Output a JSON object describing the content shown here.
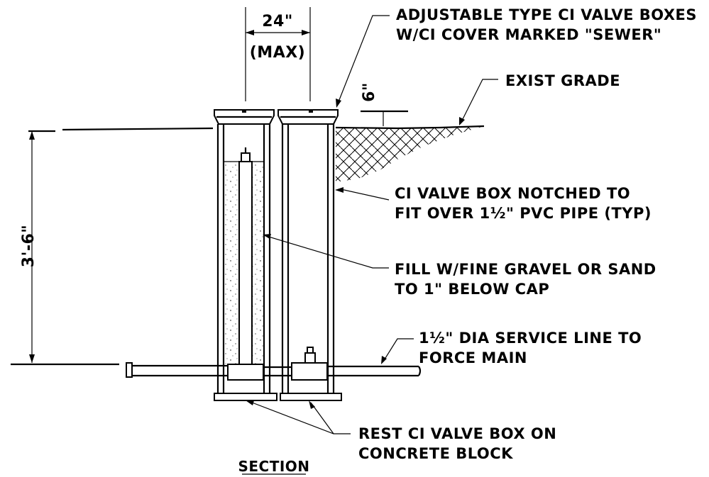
{
  "dimensions": {
    "width_label": "24\"",
    "width_note": "(MAX)",
    "cover_depth": "6\"",
    "depth": "3'-6\""
  },
  "callouts": {
    "valve_boxes": [
      "ADJUSTABLE TYPE CI VALVE BOXES",
      "W/CI COVER MARKED \"SEWER\""
    ],
    "exist_grade": "EXIST GRADE",
    "notched": [
      "CI VALVE BOX NOTCHED TO",
      "FIT OVER 1½\" PVC PIPE (TYP)"
    ],
    "fill": [
      "FILL W/FINE GRAVEL OR SAND",
      "TO 1\" BELOW CAP"
    ],
    "service_line": [
      "1½\" DIA SERVICE LINE TO",
      "FORCE MAIN"
    ],
    "rest": [
      "REST CI VALVE BOX ON",
      "CONCRETE BLOCK"
    ]
  },
  "title": "SECTION",
  "colors": {
    "ink": "#000000",
    "background": "#ffffff"
  }
}
